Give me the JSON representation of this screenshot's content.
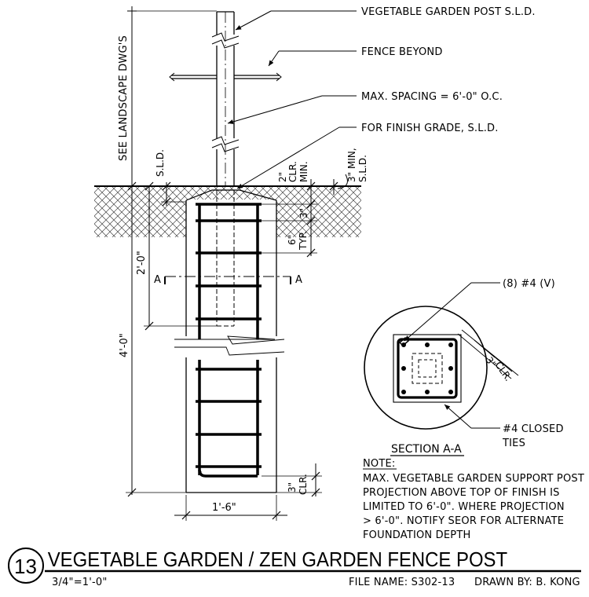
{
  "labels": {
    "post": "VEGETABLE GARDEN POST S.L.D.",
    "fence": "FENCE BEYOND",
    "spacing": "MAX. SPACING = 6'-0\" O.C.",
    "finish": "FOR FINISH GRADE, S.L.D.",
    "landscape": "SEE LANDSCAPE DWG'S",
    "sld_left": "S.L.D.",
    "clr_2": "2\"",
    "clr_word": "CLR.",
    "min_word": "MIN.",
    "min3_a": "3\" MIN,",
    "min3_b": "S.L.D.",
    "dim_3": "3\"",
    "dim_6": "6\"",
    "typ": "TYP.",
    "dim_2ft": "2'-0\"",
    "dim_4ft": "4'-0\"",
    "dim_3b": "3\"",
    "clr_b": "CLR.",
    "dim_width": "1'-6\"",
    "cut_a_left": "A",
    "cut_a_right": "A",
    "bars": "(8) #4 (V)",
    "sec_3": "3\"",
    "sec_clr": "CLR.",
    "ties_a": "#4 CLOSED",
    "ties_b": "TIES",
    "section": "SECTION A-A"
  },
  "note": {
    "heading": "NOTE:",
    "lines": [
      "MAX. VEGETABLE GARDEN SUPPORT POST",
      "PROJECTION ABOVE TOP OF FINISH IS",
      "LIMITED TO 6'-0\". WHERE PROJECTION",
      "> 6'-0\". NOTIFY SEOR FOR ALTERNATE",
      "FOUNDATION DEPTH"
    ]
  },
  "title_block": {
    "number": "13",
    "title": "VEGETABLE GARDEN / ZEN GARDEN FENCE POST",
    "scale": "3/4\"=1'-0\"",
    "file": "FILE NAME: S302-13",
    "drawn": "DRAWN BY: B. KONG"
  }
}
